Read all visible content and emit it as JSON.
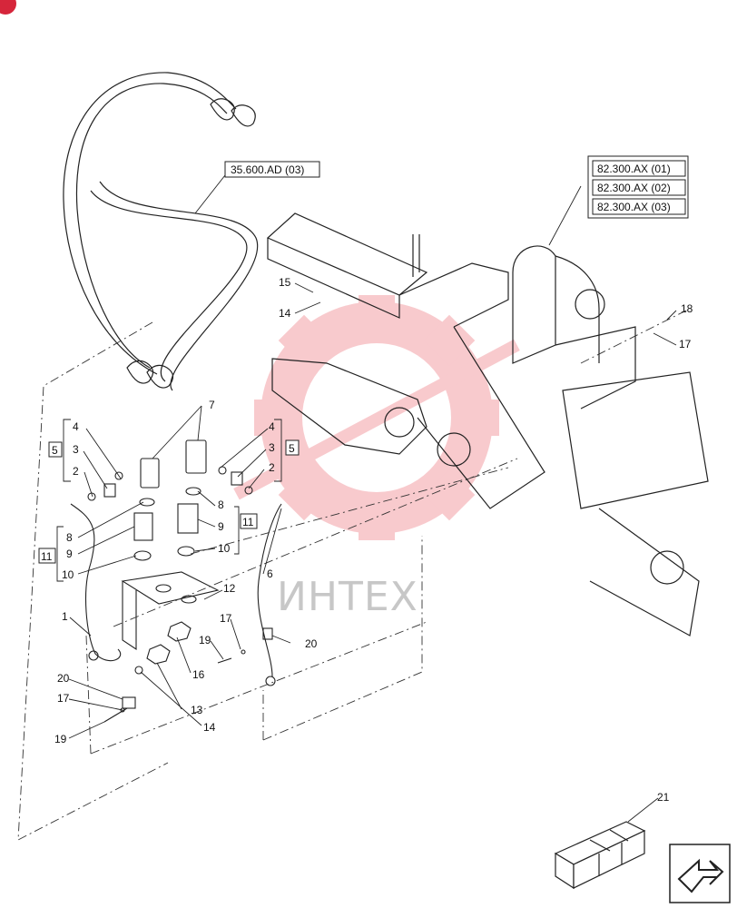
{
  "references": {
    "hoses_ref": "35.600.AD (03)",
    "frame_refs": [
      "82.300.AX (01)",
      "82.300.AX (02)",
      "82.300.AX (03)"
    ]
  },
  "callouts": [
    {
      "id": "c1",
      "text": "1"
    },
    {
      "id": "c2a",
      "text": "2"
    },
    {
      "id": "c2b",
      "text": "2"
    },
    {
      "id": "c3a",
      "text": "3"
    },
    {
      "id": "c3b",
      "text": "3"
    },
    {
      "id": "c4a",
      "text": "4"
    },
    {
      "id": "c4b",
      "text": "4"
    },
    {
      "id": "c5a",
      "text": "5"
    },
    {
      "id": "c5b",
      "text": "5"
    },
    {
      "id": "c6",
      "text": "6"
    },
    {
      "id": "c7",
      "text": "7"
    },
    {
      "id": "c8a",
      "text": "8"
    },
    {
      "id": "c8b",
      "text": "8"
    },
    {
      "id": "c9a",
      "text": "9"
    },
    {
      "id": "c9b",
      "text": "9"
    },
    {
      "id": "c10a",
      "text": "10"
    },
    {
      "id": "c10b",
      "text": "10"
    },
    {
      "id": "c11a",
      "text": "11"
    },
    {
      "id": "c11b",
      "text": "11"
    },
    {
      "id": "c12",
      "text": "12"
    },
    {
      "id": "c13",
      "text": "13"
    },
    {
      "id": "c14a",
      "text": "14"
    },
    {
      "id": "c14b",
      "text": "14"
    },
    {
      "id": "c15",
      "text": "15"
    },
    {
      "id": "c16",
      "text": "16"
    },
    {
      "id": "c17a",
      "text": "17"
    },
    {
      "id": "c17b",
      "text": "17"
    },
    {
      "id": "c17c",
      "text": "17"
    },
    {
      "id": "c18",
      "text": "18"
    },
    {
      "id": "c19a",
      "text": "19"
    },
    {
      "id": "c19b",
      "text": "19"
    },
    {
      "id": "c20a",
      "text": "20"
    },
    {
      "id": "c20b",
      "text": "20"
    },
    {
      "id": "c21",
      "text": "21"
    }
  ],
  "watermark": {
    "text": "ИНТЕХ",
    "gear_color": "#e8434f"
  },
  "brand_color": "#d6263b"
}
